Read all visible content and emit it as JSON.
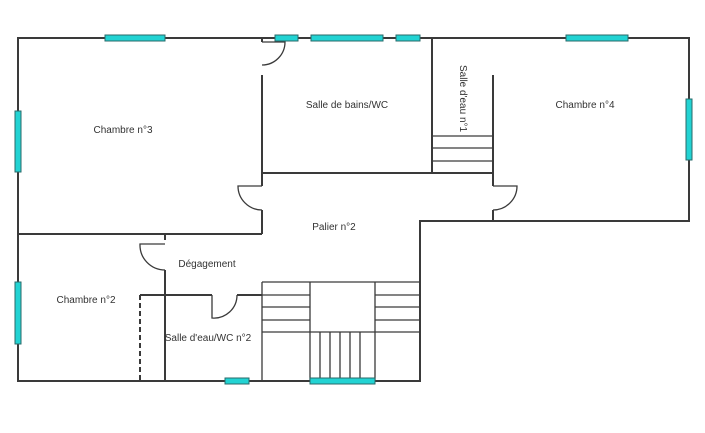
{
  "rooms": {
    "chambre3": "Chambre n°3",
    "salle_bains": "Salle de bains/WC",
    "salle_eau1": "Salle d'eau n°1",
    "chambre4": "Chambre n°4",
    "palier": "Palier n°2",
    "degagement": "Dégagement",
    "chambre2": "Chambre n°2",
    "salle_eau2": "Salle d'eau/WC n°2"
  },
  "colors": {
    "window": "#22d3d3",
    "wall": "#3a3a3a"
  }
}
